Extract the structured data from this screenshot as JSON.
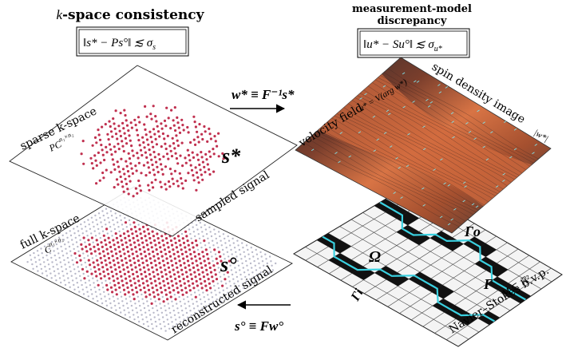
{
  "left_header": {
    "title_italic": "k",
    "title_rest": "-space consistency",
    "formula_lhs": "‖s* − Ps°‖",
    "formula_rhs": "≲ σ",
    "formula_sub": "s"
  },
  "right_header": {
    "title_line1": "measurement-model",
    "title_line2": "discrepancy",
    "formula_lhs": "‖u* − Su°‖",
    "formula_rhs": "≲ σ",
    "formula_sub": "u*"
  },
  "top_arrow_label": "w* ≡ F⁻¹s*",
  "bottom_arrow_label": "s° ≡ Fw°",
  "upper_plane": {
    "label_line1": "sparse k-space",
    "label_line2": "PC",
    "label_sup": "n₁×n₂",
    "symbol": "s*",
    "edge_label": "sampled signal"
  },
  "lower_plane": {
    "label_line1": "full k-space",
    "label_line2": "C",
    "label_sup": "n₁×n₂",
    "symbol": "s°",
    "edge_label": "reconstructed signal"
  },
  "image_plane": {
    "velocity_label": "velocity field",
    "velocity_formula": "u* = V(arg w*)",
    "spin_label": "spin density image",
    "spin_formula": "|w*|"
  },
  "grid_plane": {
    "omega": "Ω",
    "gamma_o": "Γo",
    "gamma_i": "Γi",
    "gamma": "Γ",
    "domain_formula": "M ⊂ ℝ²",
    "edge_label": "Navier–Stokes b.v.p."
  },
  "colors": {
    "dot_dense": "#c0304f",
    "dot_sparse": "#b9b9c9",
    "curve": "#3ad0e0",
    "image_dark": "#3f3b3e",
    "image_orange": "#d06a3e"
  }
}
